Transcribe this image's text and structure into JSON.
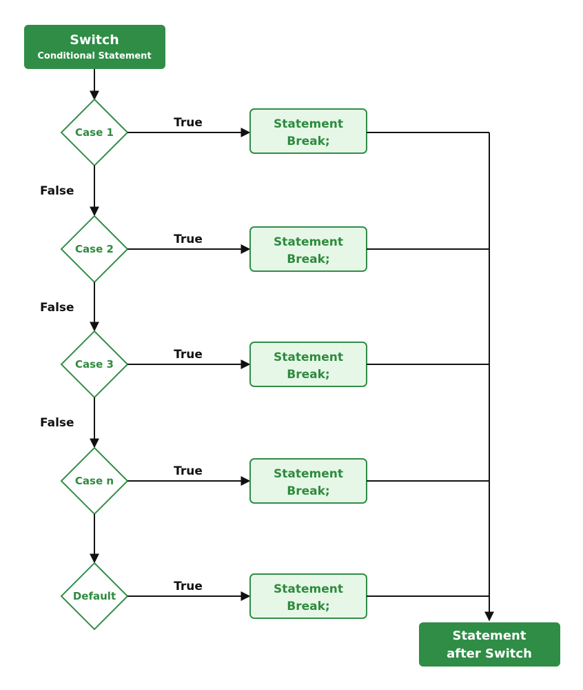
{
  "colors": {
    "primary_green": "#2f8d46",
    "node_fill": "#e6f7e7",
    "node_stroke": "#2f8d46",
    "node_text": "#2e8b3e",
    "arrow": "#111111"
  },
  "start_node": {
    "title": "Switch",
    "subtitle": "Conditional Statement"
  },
  "cases": [
    {
      "label": "Case 1",
      "true_label": "True",
      "statement": "Statement",
      "break": "Break;",
      "false_label": "False"
    },
    {
      "label": "Case 2",
      "true_label": "True",
      "statement": "Statement",
      "break": "Break;",
      "false_label": "False"
    },
    {
      "label": "Case 3",
      "true_label": "True",
      "statement": "Statement",
      "break": "Break;",
      "false_label": "False"
    },
    {
      "label": "Case n",
      "true_label": "True",
      "statement": "Statement",
      "break": "Break;",
      "false_label": ""
    },
    {
      "label": "Default",
      "true_label": "True",
      "statement": "Statement",
      "break": "Break;",
      "false_label": ""
    }
  ],
  "end_node": {
    "line1": "Statement",
    "line2": "after Switch"
  }
}
